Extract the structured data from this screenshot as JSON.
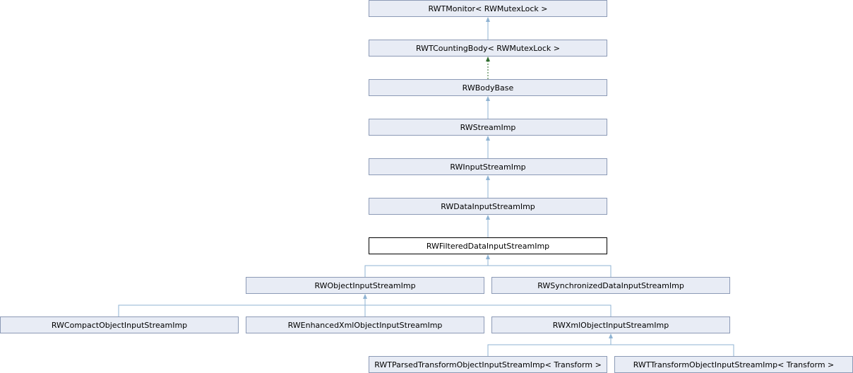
{
  "diagram": {
    "nodes": {
      "monitor": "RWTMonitor< RWMutexLock >",
      "counting_body": "RWTCountingBody< RWMutexLock >",
      "body_base": "RWBodyBase",
      "stream_imp": "RWStreamImp",
      "input_stream_imp": "RWInputStreamImp",
      "data_input_stream_imp": "RWDataInputStreamImp",
      "filtered_data_input_stream_imp": "RWFilteredDataInputStreamImp",
      "object_input_stream_imp": "RWObjectInputStreamImp",
      "synchronized_data_input_stream_imp": "RWSynchronizedDataInputStreamImp",
      "compact_object_input_stream_imp": "RWCompactObjectInputStreamImp",
      "enhanced_xml_object_input_stream_imp": "RWEnhancedXmlObjectInputStreamImp",
      "xml_object_input_stream_imp": "RWXmlObjectInputStreamImp",
      "parsed_transform": "RWTParsedTransformObjectInputStreamImp< Transform >",
      "transform": "RWTTransformObjectInputStreamImp< Transform >"
    },
    "colors": {
      "node_fill": "#e8ecf5",
      "node_border": "#8c9ab6",
      "current_node_border": "#000000",
      "inheritance_edge": "#8fb3d3",
      "template_edge": "#2e6b2e"
    }
  }
}
